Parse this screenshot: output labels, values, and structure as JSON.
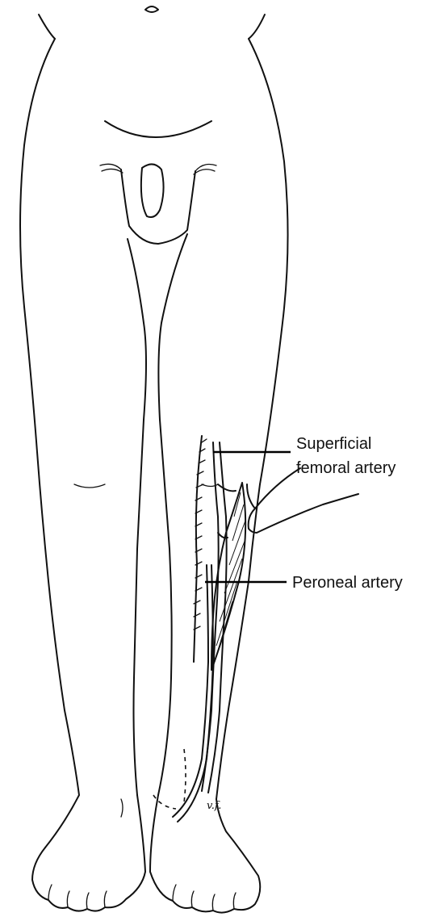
{
  "labels": {
    "superficial_line1": "Superficial",
    "superficial_line2": "femoral artery",
    "peroneal": "Peroneal artery"
  }
}
